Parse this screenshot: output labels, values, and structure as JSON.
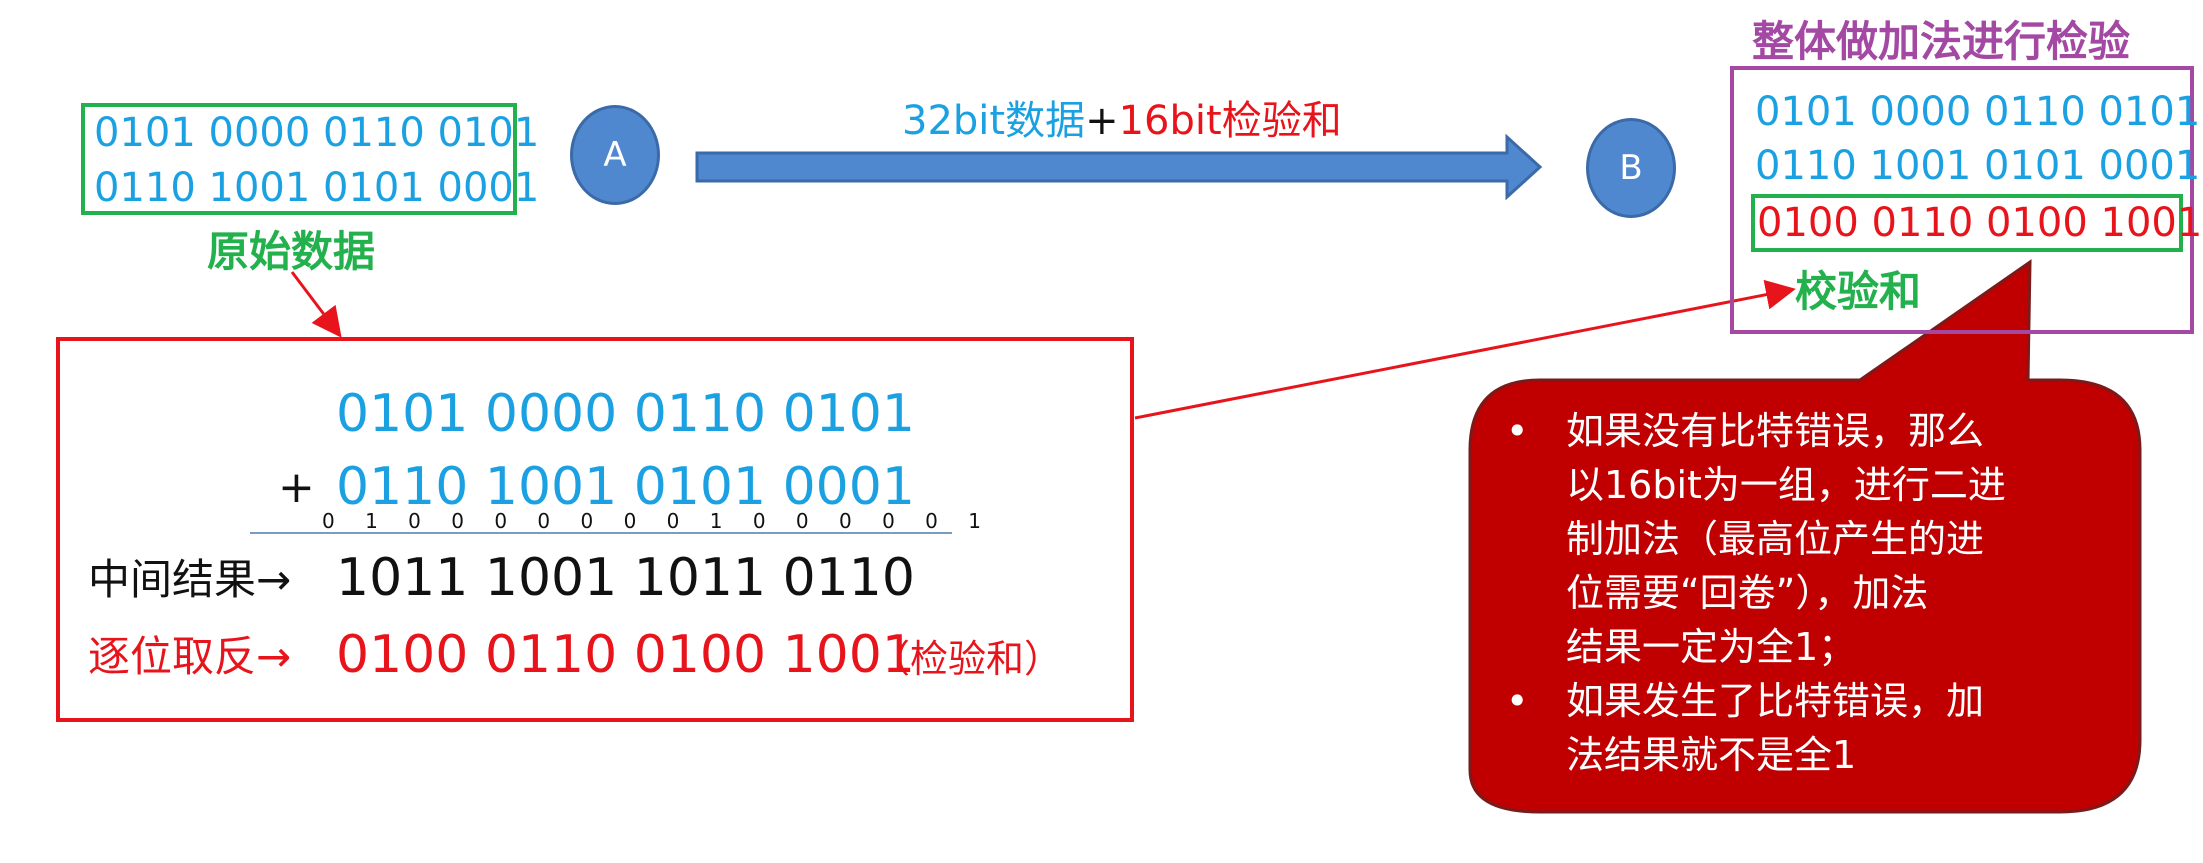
{
  "original_data": {
    "rows": [
      "0101 0000 0110 0101",
      "0110 1001 0101 0001"
    ],
    "label": "原始数据"
  },
  "node_a": "A",
  "node_b": "B",
  "arrow_label": {
    "part1": "32bit数据",
    "plus": "+",
    "part2": "16bit检验和"
  },
  "calc": {
    "row1": "0101 0000 0110 0101",
    "plus_sign": "+",
    "row2": "0110 1001 0101 0001",
    "carries": "0 1 0 0 0 0 0 0 0 1 0 0 0 0 0 1",
    "mid_label": "中间结果",
    "mid_arrow": "→",
    "mid_value": "1011 1001 1011 0110",
    "inv_label": "逐位取反",
    "inv_arrow": "→",
    "inv_value": "0100 0110 0100 1001",
    "inv_note": "（检验和）"
  },
  "receiver": {
    "title": "整体做加法进行检验",
    "rows": [
      "0101 0000 0110 0101",
      "0110 1001 0101 0001"
    ],
    "checksum_row": "0100 0110 0100 1001",
    "checksum_label": "校验和"
  },
  "callout": {
    "bullets": [
      {
        "lines": [
          "如果没有比特错误，那么",
          "以16bit为一组，进行二进",
          "制加法（最高位产生的进",
          "位需要“回卷”），加法",
          "结果一定为全1；"
        ]
      },
      {
        "lines": [
          "如果发生了比特错误，加",
          "法结果就不是全1"
        ]
      }
    ],
    "bullet_symbol": "•"
  },
  "colors": {
    "blue_text": "#1ba1e2",
    "red": "#e8141c",
    "green": "#22b14c",
    "purple": "#a349a4",
    "node_fill": "#4f88cf",
    "callout_fill": "#c00000"
  }
}
